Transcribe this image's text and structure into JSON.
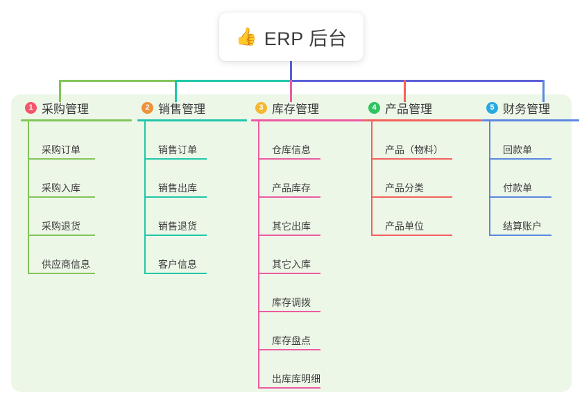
{
  "root": {
    "icon": "thumbs-up-emoji",
    "emoji": "👍",
    "title": "ERP 后台"
  },
  "theme": {
    "page_background": "#ffffff",
    "panel_background": "#edf7e8",
    "card_background": "#ffffff",
    "text_color": "#3b3b3b",
    "root_connector_color": "#5b5fd6"
  },
  "branches": [
    {
      "number": "1",
      "title": "采购管理",
      "badge_color": "#f4566c",
      "line_color": "#82c55a",
      "children": [
        {
          "label": "采购订单"
        },
        {
          "label": "采购入库"
        },
        {
          "label": "采购退货"
        },
        {
          "label": "供应商信息"
        }
      ]
    },
    {
      "number": "2",
      "title": "销售管理",
      "badge_color": "#f0913a",
      "line_color": "#1fc7a9",
      "children": [
        {
          "label": "销售订单"
        },
        {
          "label": "销售出库"
        },
        {
          "label": "销售退货"
        },
        {
          "label": "客户信息"
        }
      ]
    },
    {
      "number": "3",
      "title": "库存管理",
      "badge_color": "#f5b731",
      "line_color": "#ec5ba3",
      "children": [
        {
          "label": "仓库信息"
        },
        {
          "label": "产品库存"
        },
        {
          "label": "其它出库"
        },
        {
          "label": "其它入库"
        },
        {
          "label": "库存调拨"
        },
        {
          "label": "库存盘点"
        },
        {
          "label": "出库库明细"
        }
      ]
    },
    {
      "number": "4",
      "title": "产品管理",
      "badge_color": "#2ec45f",
      "line_color": "#f4605c",
      "children": [
        {
          "label": "产品（物料）"
        },
        {
          "label": "产品分类"
        },
        {
          "label": "产品单位"
        }
      ]
    },
    {
      "number": "5",
      "title": "财务管理",
      "badge_color": "#27a9e1",
      "line_color": "#5b87e0",
      "children": [
        {
          "label": "回款单"
        },
        {
          "label": "付款单"
        },
        {
          "label": "结算账户"
        }
      ]
    }
  ]
}
